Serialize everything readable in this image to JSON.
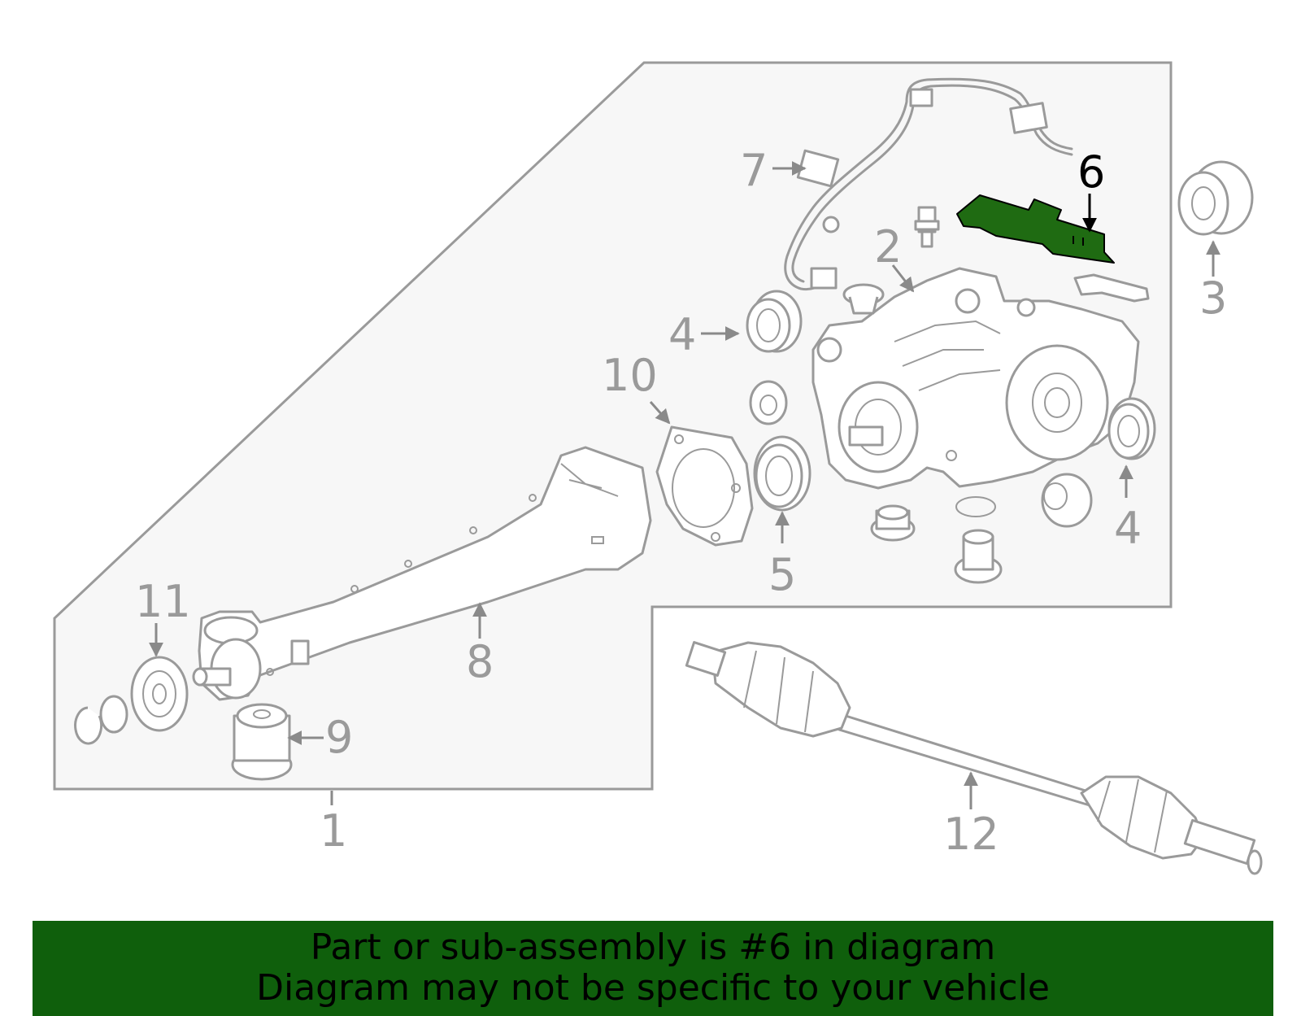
{
  "callouts": {
    "c1": "1",
    "c2": "2",
    "c3": "3",
    "c4a": "4",
    "c4b": "4",
    "c5": "5",
    "c6": "6",
    "c7": "7",
    "c8": "8",
    "c9": "9",
    "c10": "10",
    "c11": "11",
    "c12": "12"
  },
  "highlight": {
    "part": "6",
    "color": "#1f6b12"
  },
  "banner": {
    "line1": "Part or sub-assembly is #6 in diagram",
    "line2": "Diagram may not be specific to your vehicle",
    "background": "#0f5f0c"
  }
}
